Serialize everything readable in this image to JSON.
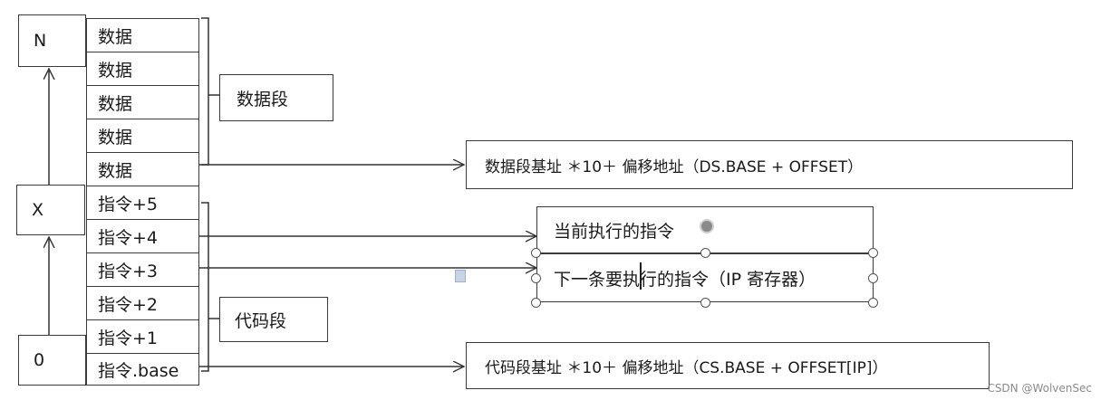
{
  "nodes": {
    "n": "N",
    "x": "X",
    "zero": "0"
  },
  "data_cells": [
    "数据",
    "数据",
    "数据",
    "数据",
    "数据"
  ],
  "instr_cells": [
    "指令+5",
    "指令+4",
    "指令+3",
    "指令+2",
    "指令+1",
    "指令.base"
  ],
  "segments": {
    "data": "数据段",
    "code": "代码段"
  },
  "callouts": {
    "data_addr": "数据段基址 ＊10＋ 偏移地址（DS.BASE + OFFSET）",
    "current_instr": "当前执行的指令",
    "next_instr": "下一条要执行的指令（IP 寄存器）",
    "code_addr": "代码段基址 ＊10＋ 偏移地址（CS.BASE + OFFSET[IP]）"
  },
  "watermark": "CSDN @WolvenSec"
}
